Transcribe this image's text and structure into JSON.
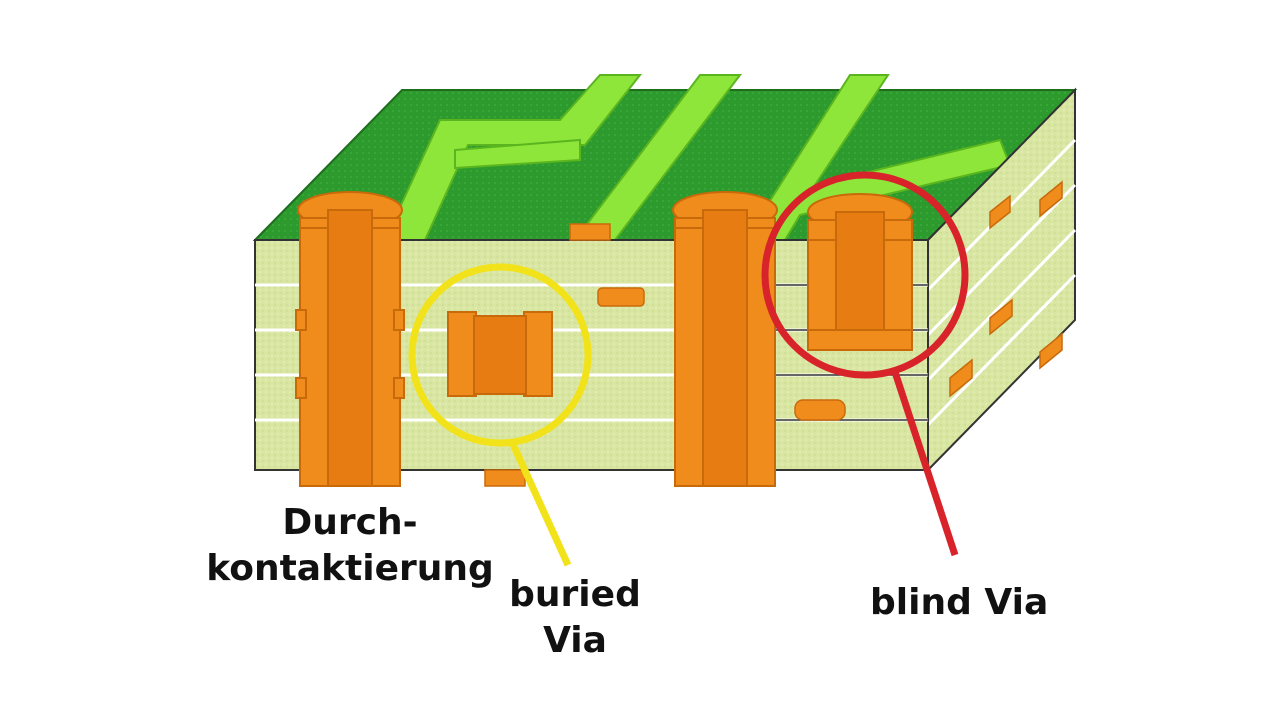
{
  "labels": {
    "through_via_line1": "Durch-",
    "through_via_line2": "kontaktierung",
    "buried_via_line1": "buried",
    "buried_via_line2": "Via",
    "blind_via": "blind Via"
  },
  "colors": {
    "board_green": "#2c9a2c",
    "trace_green": "#8ee63a",
    "laminate": "#d8e6a2",
    "copper": "#f08c1c",
    "copper_dark": "#c96a0a",
    "buried_circle": "#f2e21a",
    "blind_circle": "#d8232a",
    "text": "#111111"
  }
}
